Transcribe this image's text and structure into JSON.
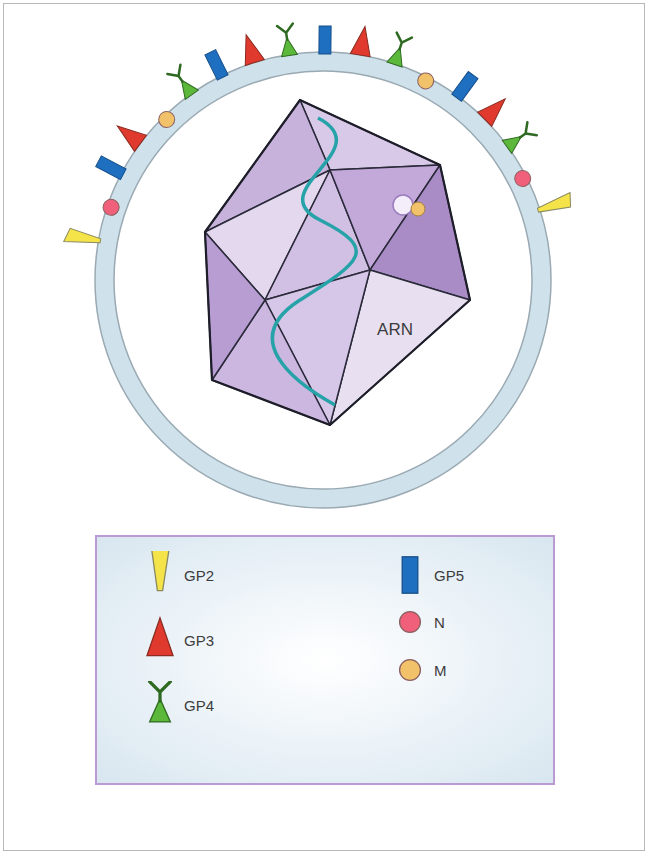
{
  "diagram": {
    "labels": [
      "ARN"
    ],
    "legend": [
      {
        "text": "GP2",
        "color": "#f5e34a"
      },
      {
        "text": "GP3",
        "color": "#e03a2e"
      },
      {
        "text": "GP4",
        "color": "#5cb83a"
      },
      {
        "text": "GP5",
        "color": "#1e6fc0"
      },
      {
        "text": "N",
        "color": "#f0607a"
      },
      {
        "text": "M",
        "color": "#f2c26a"
      }
    ]
  }
}
